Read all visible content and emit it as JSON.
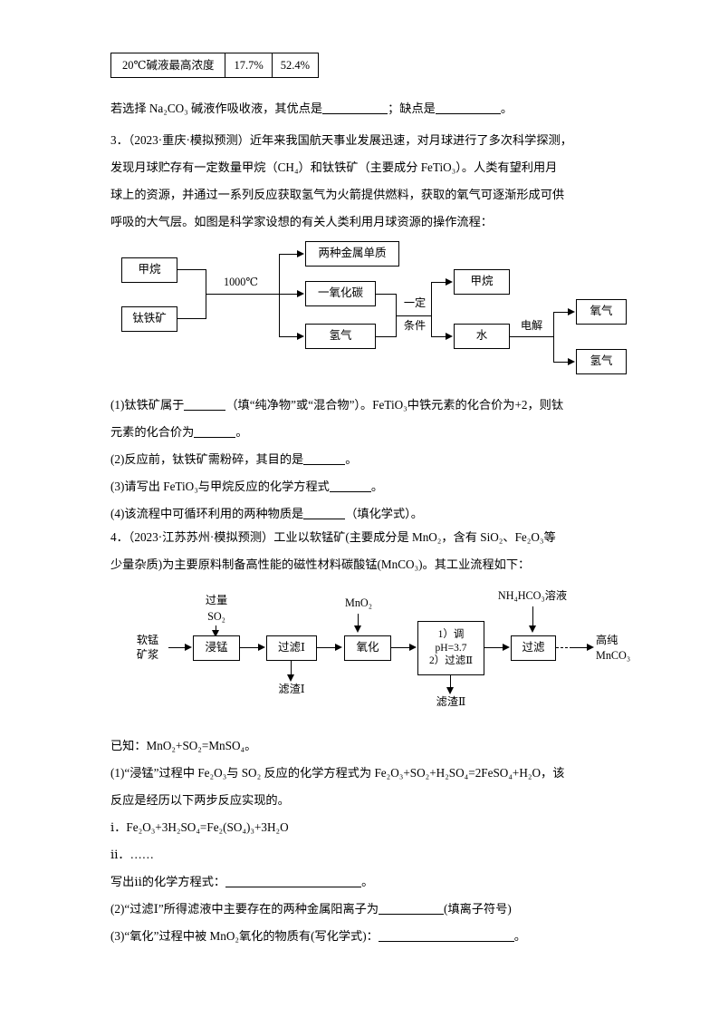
{
  "table_top": {
    "rows": [
      [
        "20℃碱液最高浓度",
        "17.7%",
        "52.4%"
      ]
    ]
  },
  "prose": {
    "line_q2_tail": "若选择 Na₂CO₃ 碱液作吸收液，其优点是",
    "line_q2_tail2": "；缺点是",
    "line_q2_tail3": "。",
    "q3": {
      "l1": "3．（2023·重庆·模拟预测）近年来我国航天事业发展迅速，对月球进行了多次科学探测，",
      "l2": "发现月球贮存有一定数量甲烷（CH₄）和钛铁矿（主要成分 FeTiO₃）。人类有望利用月",
      "l3": "球上的资源，并通过一系列反应获取氢气为火箭提供燃料，获取的氧气可逐渐形成可供",
      "l4": "呼吸的大气层。如图是科学家设想的有关人类利用月球资源的操作流程：",
      "s1a": "(1)钛铁矿属于",
      "s1b": "（填“纯净物”或“混合物”）。FeTiO₃中铁元素的化合价为+2，则钛",
      "s1c": "元素的化合价为",
      "s1d": "。",
      "s2a": "(2)反应前，钛铁矿需粉碎，其目的是",
      "s2b": "。",
      "s3a": "(3)请写出 FeTiO₃与甲烷反应的化学方程式",
      "s3b": "。",
      "s4a": "(4)该流程中可循环利用的两种物质是",
      "s4b": "（填化学式）。"
    },
    "q4": {
      "l1": "4．（2023·江苏苏州·模拟预测）工业以软锰矿(主要成分是 MnO₂，含有 SiO₂、Fe₂O₃等",
      "l2": "少量杂质)为主要原料制备高性能的磁性材料碳酸锰(MnCO₃)。其工业流程如下：",
      "known": "已知：MnO₂+SO₂=MnSO₄。",
      "s1a": "(1)“浸锰”过程中 Fe₂O₃与 SO₂ 反应的化学方程式为 Fe₂O₃+SO₂+H₂SO₄=2FeSO₄+H₂O，该",
      "s1b": "反应是经历以下两步反应实现的。",
      "step_i": "ⅰ．Fe₂O₃+3H₂SO₄=Fe₂(SO₄)₃+3H₂O",
      "step_ii": "ⅱ．……",
      "s1c": "写出ⅱ的化学方程式：",
      "s1d": "。",
      "s2a": "(2)“过滤Ⅰ”所得滤液中主要存在的两种金属阳离子为",
      "s2b": "(填离子符号)",
      "s3a": "(3)“氧化”过程中被 MnO₂氧化的物质有(写化学式)：",
      "s3b": "。"
    }
  },
  "flow_moon": {
    "boxes": {
      "methane_in": "甲烷",
      "ilmenite": "钛铁矿",
      "two_metals": "两种金属单质",
      "carbon_monoxide": "一氧化碳",
      "hydrogen_mid": "氢气",
      "methane_out": "甲烷",
      "water": "水",
      "oxygen_out": "氧气",
      "hydrogen_out": "氢气"
    },
    "labels": {
      "temp": "1000℃",
      "cond_1": "一定",
      "cond_2": "条件",
      "electrolysis": "电解"
    }
  },
  "flow_mn": {
    "boxes": {
      "leach": "浸锰",
      "filter1": "过滤Ⅰ",
      "oxidize": "氧化",
      "adjust_1": "1）调",
      "adjust_2": "pH=3.7",
      "adjust_3": "2）过滤Ⅱ",
      "filter_final": "过滤"
    },
    "labels": {
      "ore_slurry_1": "软锰",
      "ore_slurry_2": "矿浆",
      "excess": "过量",
      "so2": "SO₂",
      "residue1": "滤渣Ⅰ",
      "mno2": "MnO₂",
      "residue2": "滤渣Ⅱ",
      "nh4hco3": "NH₄HCO₃溶液",
      "product_1": "高纯",
      "product_2": "MnCO₃"
    }
  }
}
